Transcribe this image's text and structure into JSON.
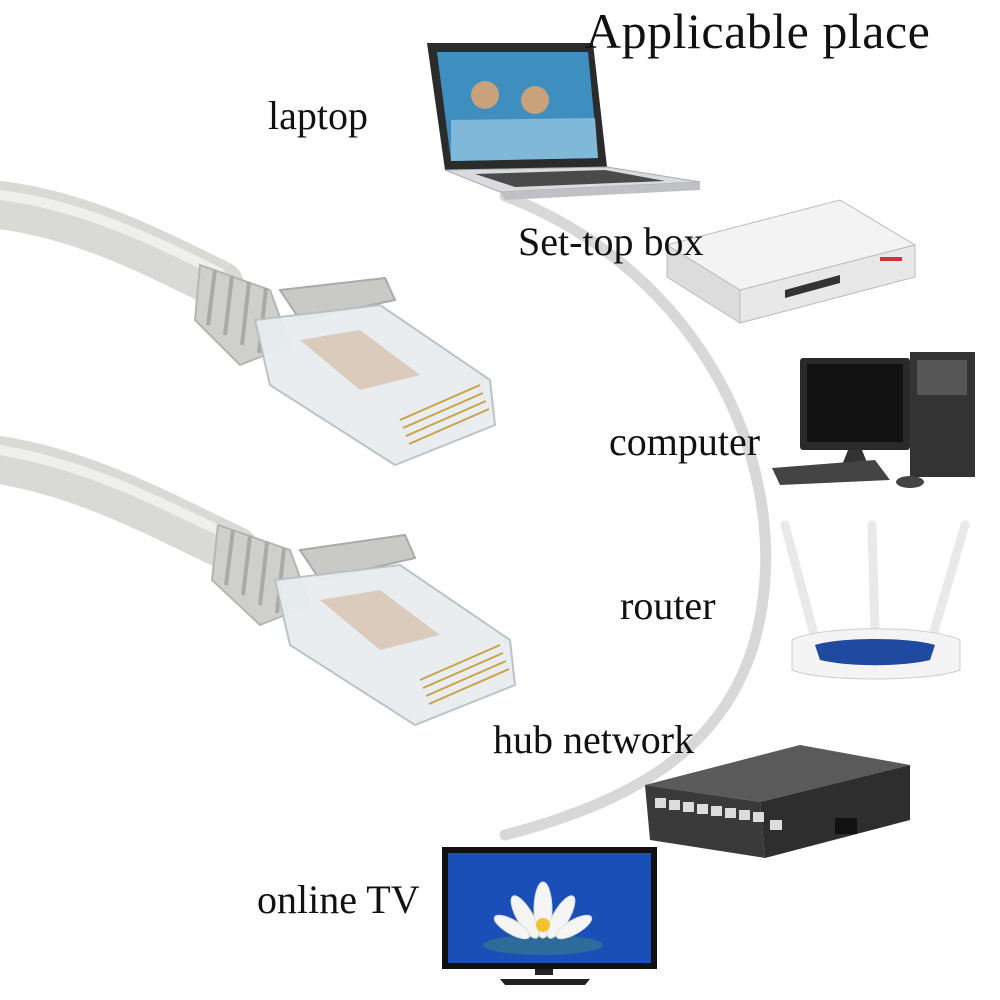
{
  "title": "Applicable place",
  "devices": {
    "laptop": "laptop",
    "set_top_box": "Set-top box",
    "computer": "computer",
    "router": "router",
    "hub_network": "hub network",
    "online_tv": "online TV"
  },
  "colors": {
    "cable": "#d9d9d6",
    "arc": "#d6d6d6",
    "tv_screen": "#1a4fb8"
  }
}
